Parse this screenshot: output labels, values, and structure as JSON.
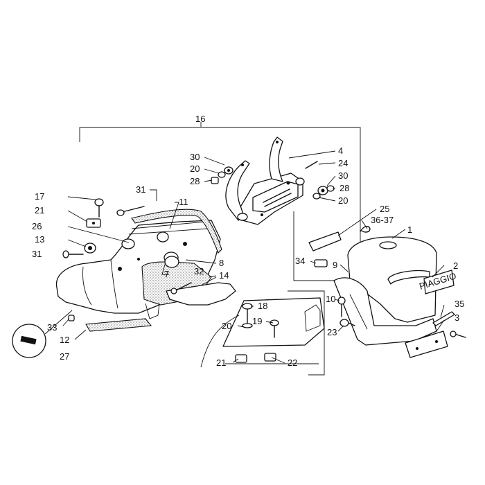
{
  "callouts": [
    {
      "id": "1",
      "text": "1"
    },
    {
      "id": "2",
      "text": "2"
    },
    {
      "id": "3",
      "text": "3"
    },
    {
      "id": "4",
      "text": "4"
    },
    {
      "id": "7",
      "text": "7"
    },
    {
      "id": "8",
      "text": "8"
    },
    {
      "id": "9",
      "text": "9"
    },
    {
      "id": "10",
      "text": "10"
    },
    {
      "id": "11",
      "text": "11"
    },
    {
      "id": "12",
      "text": "12"
    },
    {
      "id": "13",
      "text": "13"
    },
    {
      "id": "14",
      "text": "14"
    },
    {
      "id": "16",
      "text": "16"
    },
    {
      "id": "17",
      "text": "17"
    },
    {
      "id": "18",
      "text": "18"
    },
    {
      "id": "19",
      "text": "19"
    },
    {
      "id": "20a",
      "text": "20"
    },
    {
      "id": "20b",
      "text": "20"
    },
    {
      "id": "20c",
      "text": "20"
    },
    {
      "id": "21a",
      "text": "21"
    },
    {
      "id": "21b",
      "text": "21"
    },
    {
      "id": "22",
      "text": "22"
    },
    {
      "id": "23",
      "text": "23"
    },
    {
      "id": "24",
      "text": "24"
    },
    {
      "id": "25",
      "text": "25"
    },
    {
      "id": "26",
      "text": "26"
    },
    {
      "id": "27",
      "text": "27"
    },
    {
      "id": "28a",
      "text": "28"
    },
    {
      "id": "28b",
      "text": "28"
    },
    {
      "id": "30a",
      "text": "30"
    },
    {
      "id": "30b",
      "text": "30"
    },
    {
      "id": "31a",
      "text": "31"
    },
    {
      "id": "31b",
      "text": "31"
    },
    {
      "id": "32",
      "text": "32"
    },
    {
      "id": "33",
      "text": "33"
    },
    {
      "id": "34",
      "text": "34"
    },
    {
      "id": "35",
      "text": "35"
    },
    {
      "id": "36-37",
      "text": "36-37"
    }
  ],
  "badge_text": "PIAGGIO",
  "colors": {
    "ink": "#111111",
    "paper": "#ffffff"
  }
}
